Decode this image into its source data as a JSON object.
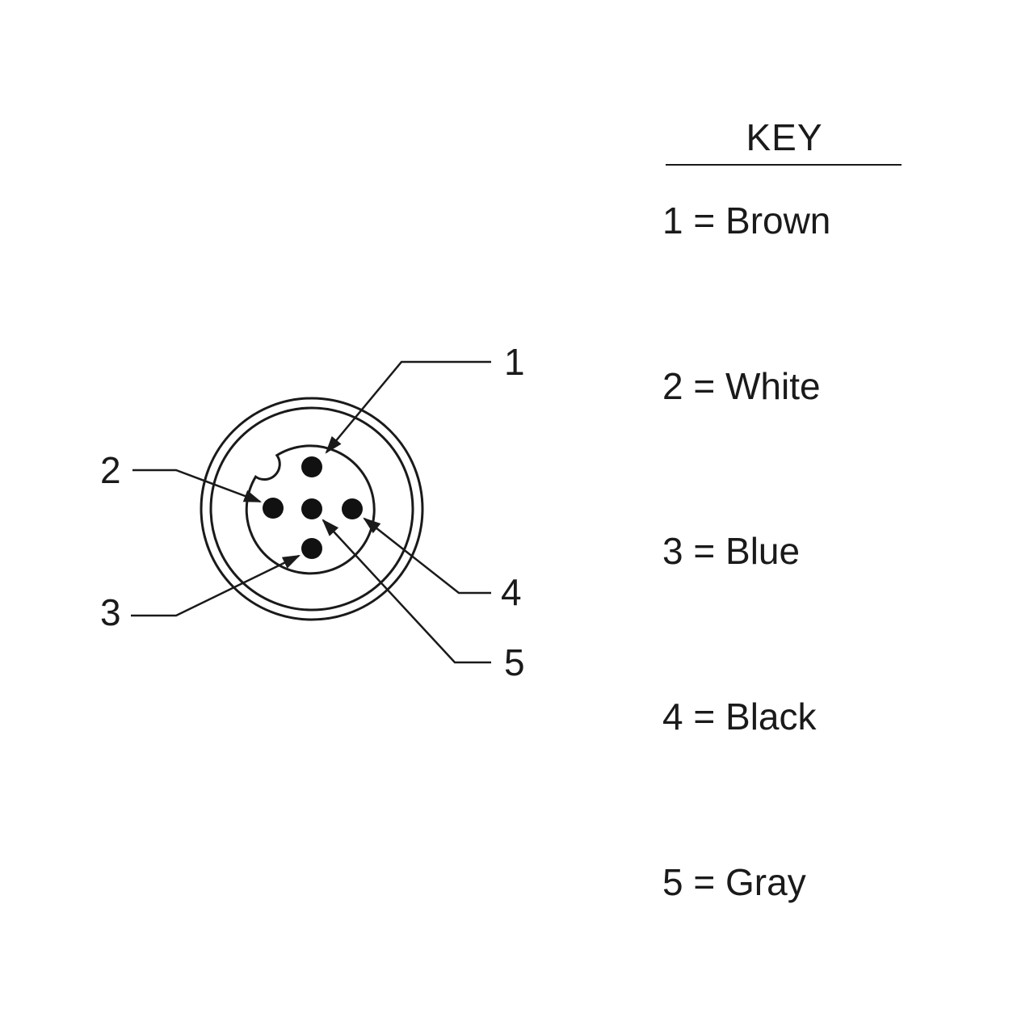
{
  "diagram": {
    "pins": [
      {
        "number": "1",
        "color_hex": "#111111"
      },
      {
        "number": "2",
        "color_hex": "#111111"
      },
      {
        "number": "3",
        "color_hex": "#111111"
      },
      {
        "number": "4",
        "color_hex": "#111111"
      },
      {
        "number": "5",
        "color_hex": "#111111"
      }
    ],
    "line_color": "#1a1a1a"
  },
  "key": {
    "title": "KEY",
    "entries": [
      {
        "text": "1 = Brown"
      },
      {
        "text": "2 = White"
      },
      {
        "text": "3 = Blue"
      },
      {
        "text": "4 = Black"
      },
      {
        "text": "5 = Gray"
      }
    ]
  }
}
